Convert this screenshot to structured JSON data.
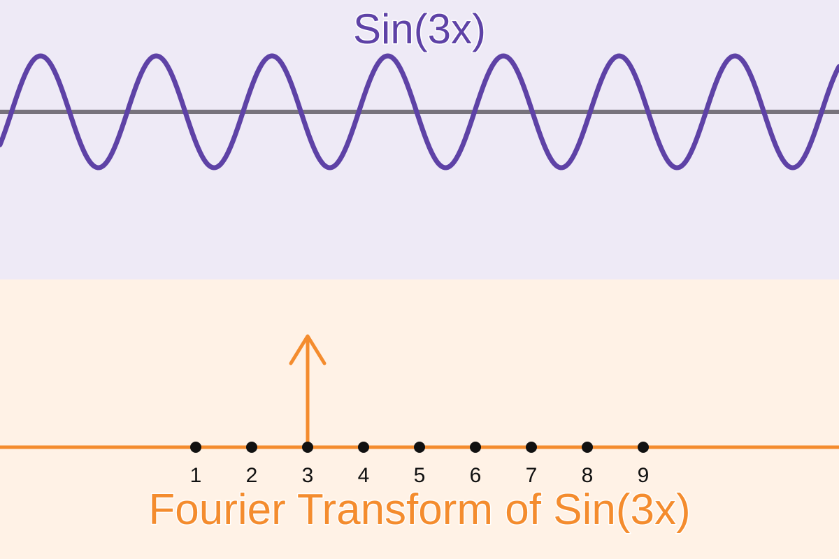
{
  "top_panel": {
    "title": "Sin(3x)",
    "background_color": "#EEEAF6",
    "wave_color": "#5E42A6",
    "axis_color": "#77737C",
    "wave_cycles_shown": 7.25
  },
  "bottom_panel": {
    "title": "Fourier Transform of Sin(3x)",
    "background_color": "#FFF2E6",
    "accent_color": "#F48C2E",
    "tick_labels": [
      "1",
      "2",
      "3",
      "4",
      "5",
      "6",
      "7",
      "8",
      "9"
    ],
    "impulse_at": 3,
    "dot_color": "#111111"
  }
}
